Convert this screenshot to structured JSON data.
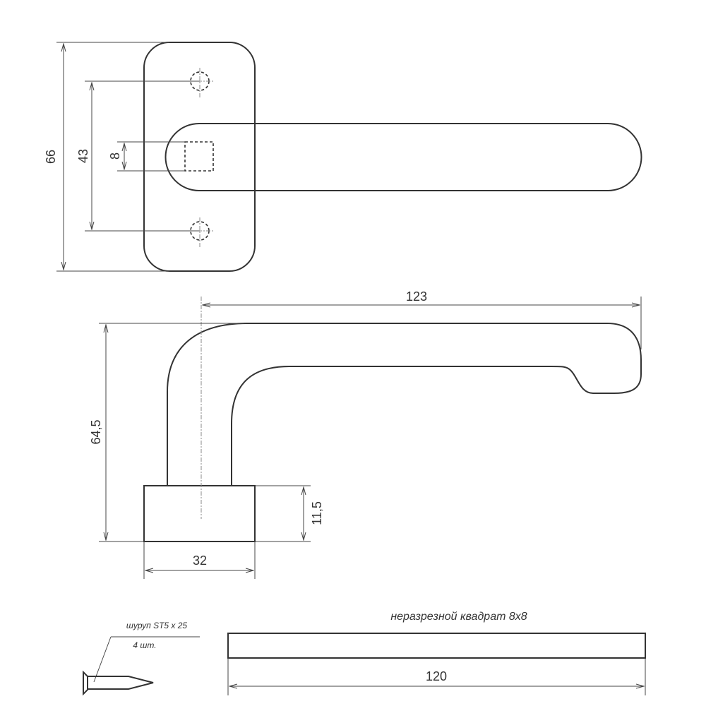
{
  "dimensions": {
    "plate_height": "66",
    "hole_spacing": "43",
    "square_size": "8",
    "lever_length": "123",
    "total_height": "64,5",
    "base_height": "11,5",
    "base_width": "32",
    "spindle_length": "120"
  },
  "spindle_label": "неразрезной квадрат 8x8",
  "screw": {
    "label": "шуруп ST5 x 25",
    "quantity": "4 шт."
  }
}
